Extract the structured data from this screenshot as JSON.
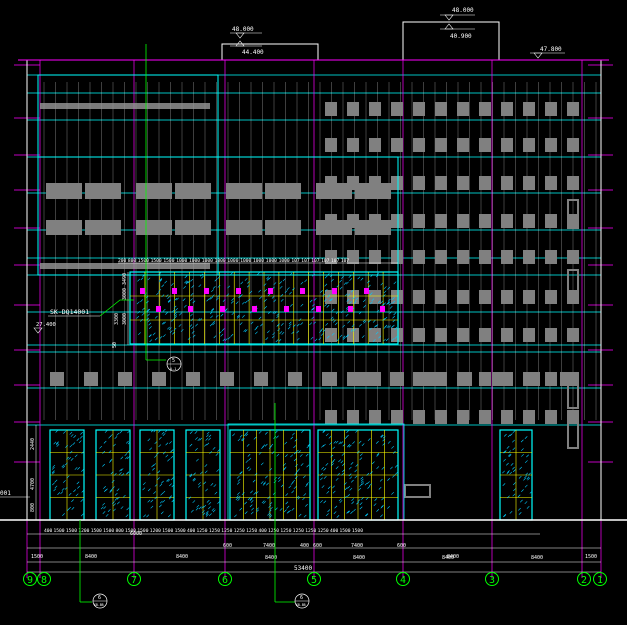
{
  "colors": {
    "background": "#000000",
    "outline": "#ffffff",
    "gridline": "#ff00ff",
    "floorline": "#00ffff",
    "panel": "#808080",
    "curtainwall": "#00ffff",
    "mullion": "#ffff00",
    "accent": "#00ff00",
    "hatch": "#00ccff",
    "marker": "#ff00ff"
  },
  "levels": {
    "roof_a_top": "48.000",
    "roof_a_bottom": "44.400",
    "roof_b_top": "48.000",
    "roof_b_bottom": "40.900",
    "parapet": "47.800",
    "side": "27.400"
  },
  "callouts": {
    "panel_tag": "SK-DQ14001",
    "left_cut": "001"
  },
  "vertical_dims": [
    "3490",
    "3000",
    "3300",
    "3000",
    "50",
    "2440",
    "4700",
    "800"
  ],
  "upper_dims": [
    "200",
    "800",
    "1500",
    "1500",
    "1500",
    "1000",
    "1000",
    "1000",
    "1000",
    "1000",
    "1000",
    "1000",
    "1000",
    "1000",
    "107",
    "107",
    "107",
    "107",
    "107",
    "107"
  ],
  "lower_dims": [
    "400",
    "1500",
    "1500",
    "1200",
    "1500",
    "1500",
    "800",
    "1500",
    "1500",
    "1200",
    "1500",
    "1500",
    "400",
    "1250",
    "1250",
    "1250",
    "1250",
    "1250",
    "400",
    "1250",
    "1250",
    "1250",
    "1250",
    "1250",
    "400",
    "1500",
    "1500"
  ],
  "mid_dims": [
    "1500",
    "8400",
    "6000",
    "8400",
    "600",
    "7400",
    "400",
    "600",
    "7400",
    "600",
    "8400",
    "1500"
  ],
  "bay_dims": [
    "8400",
    "8400",
    "8400",
    "8400"
  ],
  "total_width": "53400",
  "grid_axes": [
    "9",
    "8",
    "7",
    "6",
    "5",
    "4",
    "3",
    "2",
    "1"
  ],
  "section_marks": [
    {
      "num": "5",
      "sheet": "A-1"
    },
    {
      "num": "6",
      "sheet": "KB-BB"
    },
    {
      "num": "6",
      "sheet": "KB-BB"
    }
  ]
}
